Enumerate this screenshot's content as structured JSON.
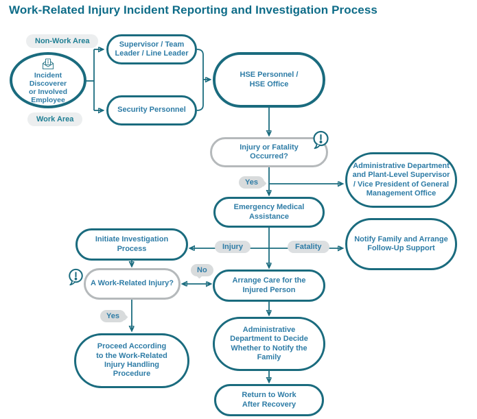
{
  "title": "Work-Related Injury Incident Reporting and Investigation Process",
  "colors": {
    "teal_border": "#1A6B7E",
    "node_text_blue": "#2E7CA6",
    "title_teal": "#0E6C88",
    "gray_border": "#B5B9BB",
    "area_pill_bg": "#ECEEEF",
    "edge_label_bg": "#DCDFE1",
    "bubble_bg": "#D8DBDC"
  },
  "area_tags": {
    "non_work": "Non-Work Area",
    "work": "Work Area"
  },
  "nodes": {
    "discoverer": "Incident Discoverer\nor Involved\nEmployee",
    "supervisor": "Supervisor / Team\nLeader / Line Leader",
    "security": "Security Personnel",
    "hse": "HSE Personnel /\nHSE Office",
    "injury_question": "Injury or Fatality\nOccurred?",
    "admin_notify": "Administrative Department\nand Plant-Level Supervisor\n/ Vice President of General\nManagement Office",
    "emergency": "Emergency Medical\nAssistance",
    "initiate": "Initiate Investigation\nProcess",
    "notify_family": "Notify Family and Arrange\nFollow-Up Support",
    "work_related_question": "A Work-Related Injury?",
    "arrange_care": "Arrange Care for the\nInjured Person",
    "proceed": "Proceed According\nto the Work-Related\nInjury Handling\nProcedure",
    "admin_decide": "Administrative\nDepartment to Decide\nWhether to Notify the\nFamily",
    "return_work": "Return to Work\nAfter Recovery"
  },
  "edge_labels": {
    "yes_after_occurred": "Yes",
    "injury": "Injury",
    "fatality": "Fatality",
    "no": "No",
    "yes_after_work_related": "Yes"
  },
  "icons": {
    "discoverer_icon": "open-envelope-alert-icon",
    "alert_icon": "exclamation-speech-bubble-icon"
  }
}
